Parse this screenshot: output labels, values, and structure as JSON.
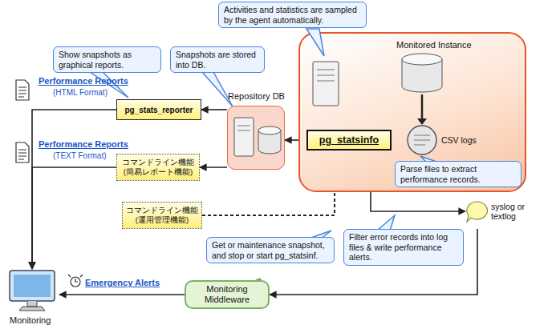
{
  "diagram": {
    "nodes": [
      {
        "text": [
          "Activities and statistics are sampled by the agent automatically."
        ]
      },
      {
        "text": [
          "Show snapshots as graphical reports."
        ]
      },
      {
        "text": [
          "Snapshots are stored into DB."
        ]
      },
      {
        "text": [
          "Monitored Instance"
        ]
      },
      {
        "text": [
          "pg_statsinfo"
        ],
        "in": 3
      },
      {
        "text": [
          "CSV logs"
        ],
        "in": 3
      },
      {
        "text": [
          "Parse files to extract performance records."
        ],
        "in": 3
      },
      {
        "text": [
          "Repository DB"
        ]
      },
      {
        "text": [
          "pg_stats_reporter"
        ]
      },
      {
        "text": [
          "コマンドライン機能",
          "(簡易レポート機能)"
        ]
      },
      {
        "text": [
          "コマンドライン機能",
          "(運用管理機能)"
        ]
      },
      {
        "text": [
          "Get or maintenance snapshot, and stop or start pg_statsinf."
        ]
      },
      {
        "text": [
          "Filter error records into log files & write performance alerts."
        ]
      },
      {
        "text": [
          "syslog or textlog"
        ]
      },
      {
        "text": [
          "Monitoring Middleware"
        ]
      },
      {
        "text": [
          "Monitoring"
        ]
      }
    ],
    "edges": [
      {
        "from": 5,
        "to": 4,
        "arrow": "to"
      },
      {
        "from": 4,
        "to": 7,
        "arrow": "to"
      },
      {
        "from": 7,
        "to": 8,
        "arrow": "to"
      },
      {
        "from": 7,
        "to": 9,
        "arrow": "to"
      },
      {
        "from": 10,
        "to": 4,
        "arrow": "to"
      },
      {
        "from": 4,
        "to": 13,
        "arrow": "to"
      },
      {
        "from": 13,
        "to": 14,
        "arrow": "to"
      },
      {
        "from": 14,
        "to": 15,
        "label": "Emergency Alerts",
        "arrow": "to"
      },
      {
        "from": 8,
        "to": 15,
        "arrow": "to"
      },
      {
        "from": 9,
        "to": 15,
        "arrow": "to"
      }
    ],
    "labels": [
      "Performance Reports",
      "(HTML Format)",
      "Performance Reports",
      "(TEXT Format)"
    ]
  }
}
